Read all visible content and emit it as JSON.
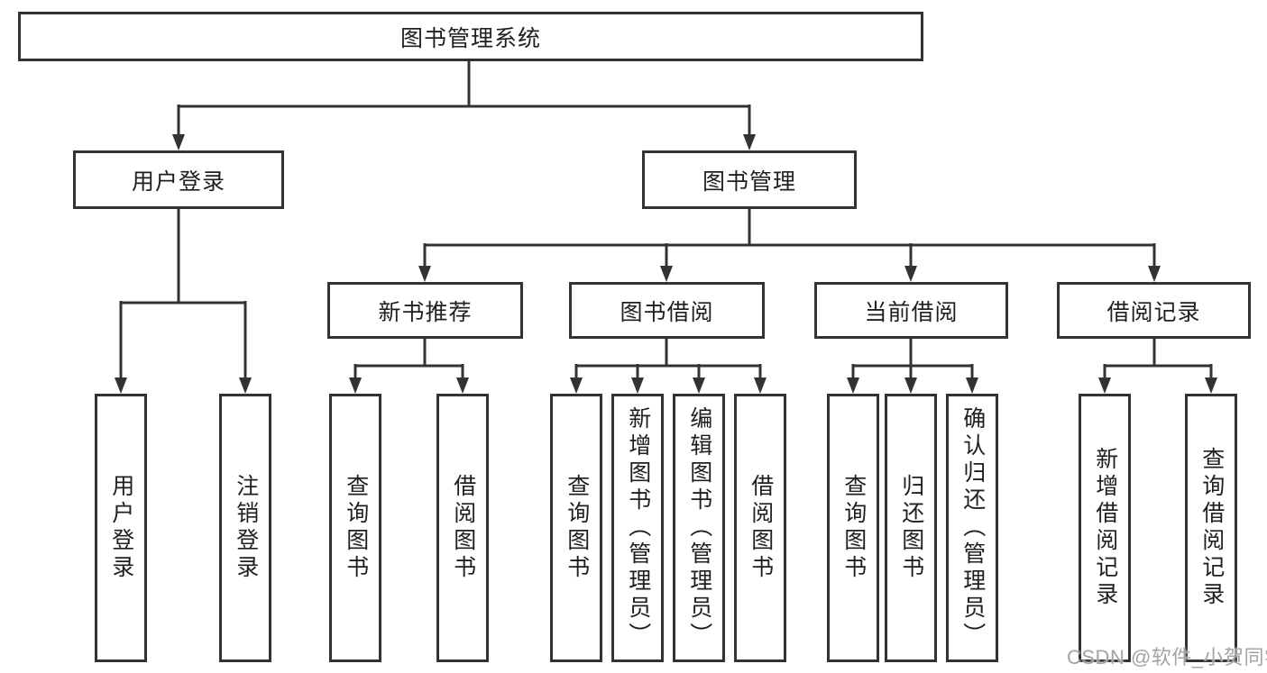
{
  "title": "图书管理系统",
  "colors": {
    "line": "#333333",
    "box_border": "#333333",
    "text": "#1f1f1f",
    "watermark": "#a3a3a3",
    "background": "#ffffff"
  },
  "watermark": {
    "text": "CSDN @软件_小贺同学"
  },
  "tree": {
    "root": {
      "label": "图书管理系统"
    },
    "level2": [
      {
        "label": "用户登录",
        "leaves": [
          {
            "label": "用户登录"
          },
          {
            "label": "注销登录"
          }
        ]
      },
      {
        "label": "图书管理",
        "sections": [
          {
            "label": "新书推荐",
            "leaves": [
              {
                "label": "查询图书"
              },
              {
                "label": "借阅图书"
              }
            ]
          },
          {
            "label": "图书借阅",
            "leaves": [
              {
                "label": "查询图书"
              },
              {
                "label": "新增图书（管理员）"
              },
              {
                "label": "编辑图书（管理员）"
              },
              {
                "label": "借阅图书"
              }
            ]
          },
          {
            "label": "当前借阅",
            "leaves": [
              {
                "label": "查询图书"
              },
              {
                "label": "归还图书"
              },
              {
                "label": "确认归还（管理员）"
              }
            ]
          },
          {
            "label": "借阅记录",
            "leaves": [
              {
                "label": "新增借阅记录"
              },
              {
                "label": "查询借阅记录"
              }
            ]
          }
        ]
      }
    ]
  }
}
